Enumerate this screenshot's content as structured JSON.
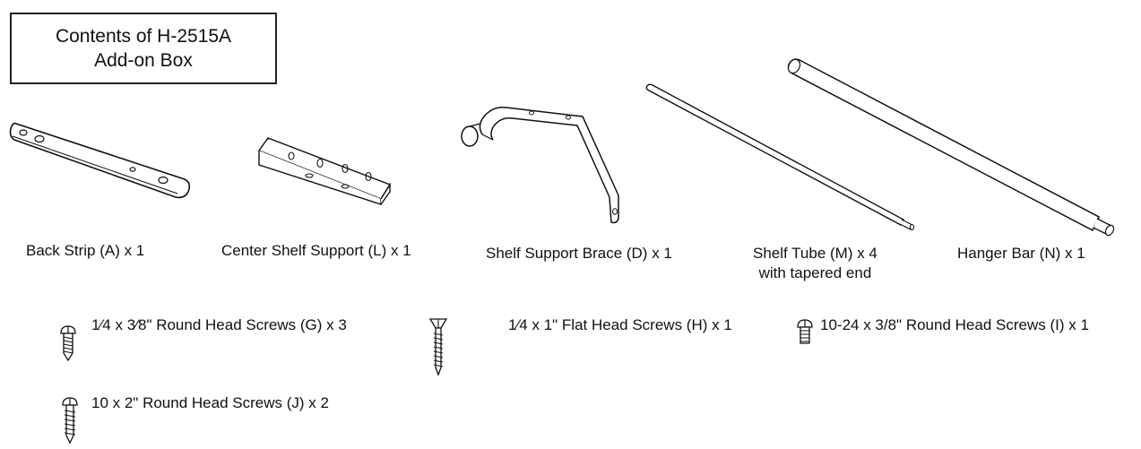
{
  "title": {
    "line1": "Contents of H-2515A",
    "line2": "Add-on Box"
  },
  "parts": {
    "back_strip": "Back Strip (A) x 1",
    "center_shelf_support": "Center Shelf Support (L) x 1",
    "shelf_support_brace": "Shelf Support Brace (D) x 1",
    "shelf_tube_line1": "Shelf Tube (M) x 4",
    "shelf_tube_line2": "with tapered end",
    "hanger_bar": "Hanger Bar (N) x 1"
  },
  "screws": {
    "g": "1⁄4 x 3⁄8\" Round Head Screws (G) x 3",
    "h": "1⁄4 x 1\" Flat Head Screws (H) x 1",
    "i": "10-24 x 3/8\" Round Head Screws (I) x 1",
    "j": "10 x 2\" Round Head Screws (J) x 2"
  }
}
